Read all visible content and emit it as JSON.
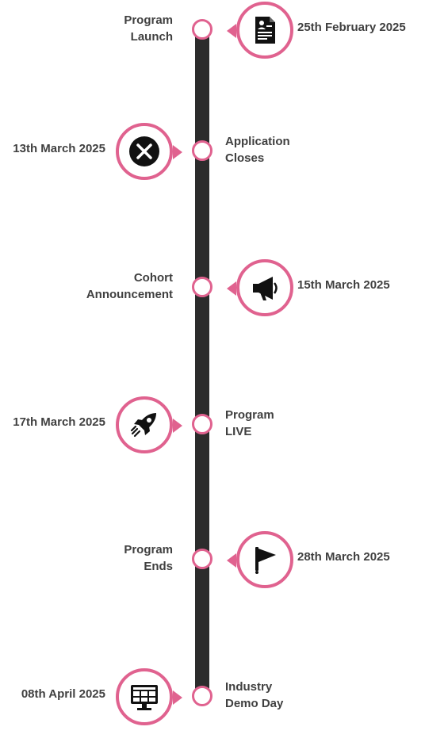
{
  "accent_color": "#e0628f",
  "track_color": "#2c2c2c",
  "milestones": [
    {
      "title_line1": "Program",
      "title_line2": "Launch",
      "date": "25th February 2025",
      "icon": "resume-document-icon"
    },
    {
      "title_line1": "Application",
      "title_line2": "Closes",
      "date": "13th March 2025",
      "icon": "close-x-icon"
    },
    {
      "title_line1": "Cohort",
      "title_line2": "Announcement",
      "date": "15th March 2025",
      "icon": "megaphone-icon"
    },
    {
      "title_line1": "Program",
      "title_line2": "LIVE",
      "date": "17th March 2025",
      "icon": "rocket-icon"
    },
    {
      "title_line1": "Program",
      "title_line2": "Ends",
      "date": "28th March 2025",
      "icon": "flag-icon"
    },
    {
      "title_line1": "Industry",
      "title_line2": "Demo Day",
      "date": "08th April 2025",
      "icon": "monitor-dashboard-icon"
    }
  ]
}
